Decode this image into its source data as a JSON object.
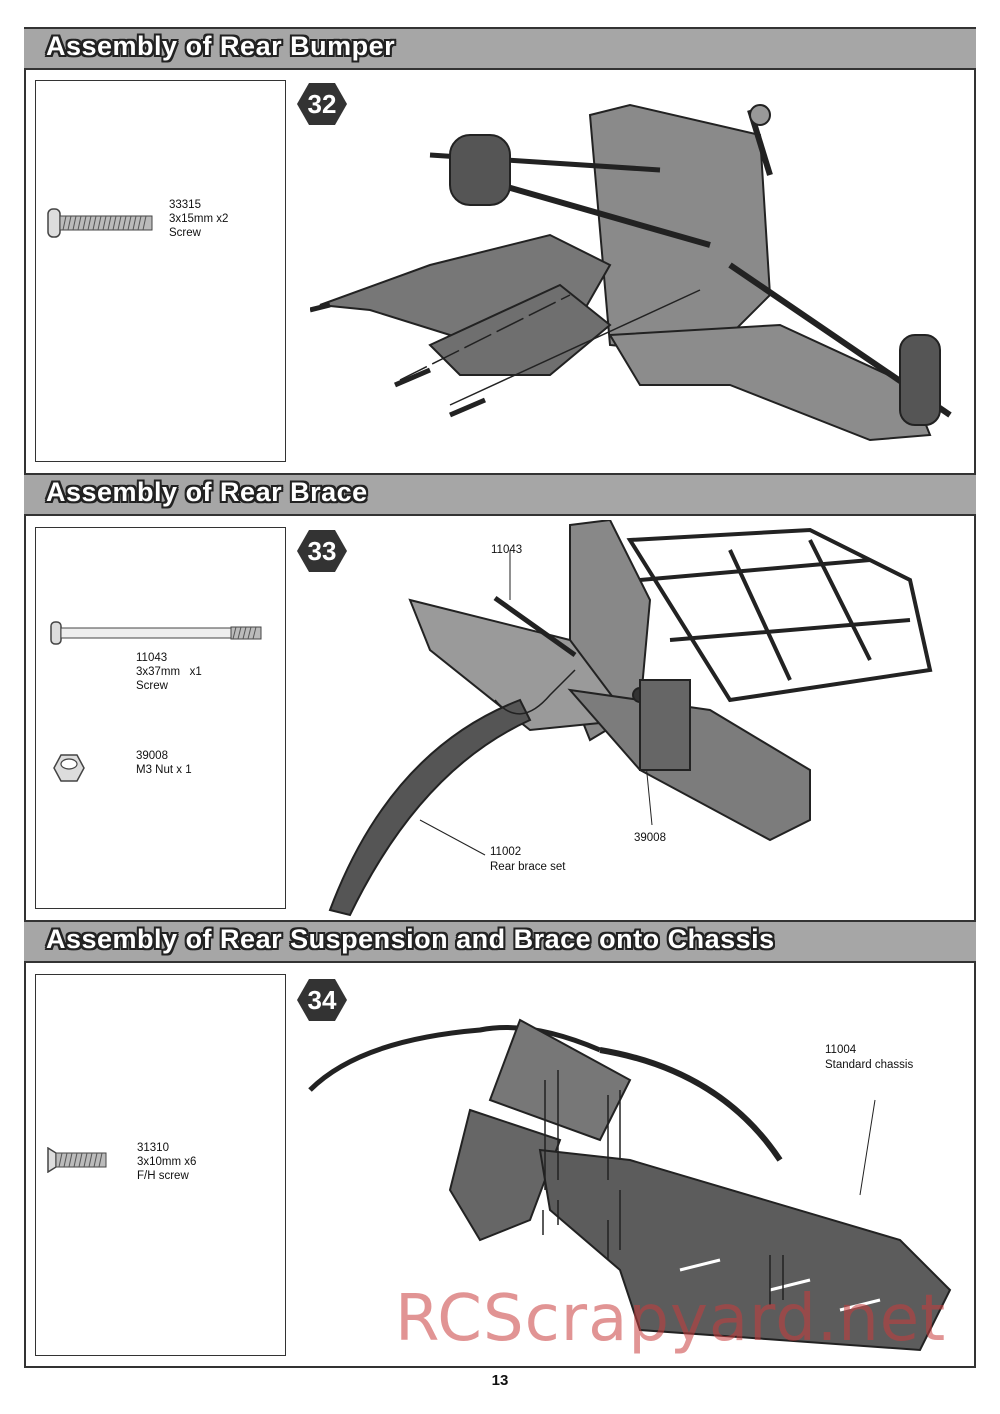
{
  "sections": [
    {
      "title": "Assembly of Rear Bumper",
      "step": "32",
      "parts": [
        {
          "text": "33315\n3x15mm x2\nScrew"
        }
      ],
      "callouts": []
    },
    {
      "title": "Assembly of Rear Brace",
      "step": "33",
      "parts": [
        {
          "text": "11043\n3x37mm   x1\nScrew"
        },
        {
          "text": "39008\nM3 Nut x 1"
        }
      ],
      "callouts": [
        {
          "text": "11043"
        },
        {
          "text": "11002\nRear brace set"
        },
        {
          "text": "39008"
        }
      ]
    },
    {
      "title": "Assembly of Rear Suspension and Brace onto Chassis",
      "step": "34",
      "parts": [
        {
          "text": "31310\n3x10mm x6\nF/H screw"
        }
      ],
      "callouts": [
        {
          "text": "11004\nStandard chassis"
        }
      ]
    }
  ],
  "page_number": "13",
  "watermark": "RCScrapyard.net",
  "colors": {
    "header_bg": "#a6a6a6",
    "badge": "#333333",
    "watermark": "#c83c3c"
  },
  "icons": [
    "screw-icon",
    "long-screw-icon",
    "nut-icon",
    "flat-head-screw-icon"
  ]
}
